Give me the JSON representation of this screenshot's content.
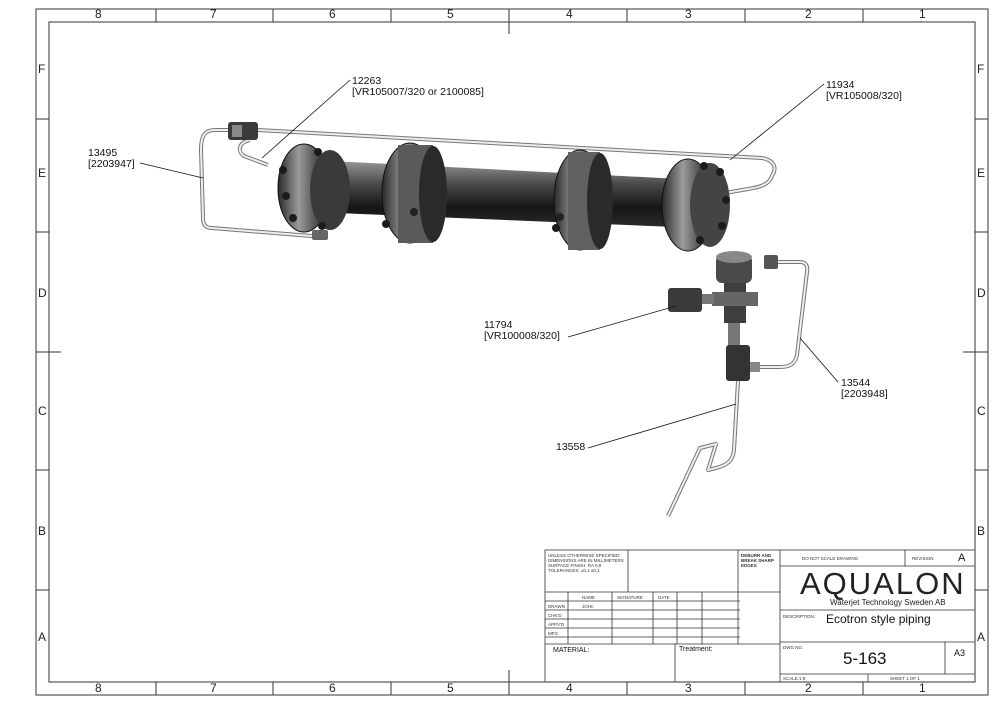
{
  "zones": {
    "cols_top": [
      "8",
      "7",
      "6",
      "5",
      "4",
      "3",
      "2",
      "1"
    ],
    "cols_bottom": [
      "8",
      "7",
      "6",
      "5",
      "4",
      "3",
      "2",
      "1"
    ],
    "rows_left": [
      "F",
      "E",
      "D",
      "C",
      "B",
      "A"
    ],
    "rows_right": [
      "F",
      "E",
      "D",
      "C",
      "B",
      "A"
    ]
  },
  "callouts": [
    {
      "id": "12263",
      "line1": "12263",
      "line2": "[VR105007/320 or 2100085]"
    },
    {
      "id": "11934",
      "line1": "11934",
      "line2": "[VR105008/320]"
    },
    {
      "id": "13495",
      "line1": "13495",
      "line2": "[2203947]"
    },
    {
      "id": "11794",
      "line1": "11794",
      "line2": "[VR100008/320]"
    },
    {
      "id": "13544",
      "line1": "13544",
      "line2": "[2203948]"
    },
    {
      "id": "13558",
      "line1": "13558",
      "line2": ""
    }
  ],
  "title_block": {
    "notes": [
      "UNLESS OTHERWISE SPECIFIED:",
      "DIMENSIONS ARE IN MILLIMETERS",
      "SURFACE FINISH: Ra 0,8",
      "TOLERANCES: ±0,1 ±0,1"
    ],
    "deburr": [
      "DEBURR AND",
      "BREAK SHARP",
      "EDGES"
    ],
    "do_not_scale": "DO NOT SCALE DRAWING",
    "revision_label": "REVISION",
    "revision": "A",
    "logo": "AQUALON",
    "company": "Waterjet Technology Sweden AB",
    "headers": [
      "NAME",
      "SIGNATURE",
      "DATE"
    ],
    "rows": [
      "DRAWN",
      "CHK'D",
      "APPV'D",
      "MFG"
    ],
    "drawn_by": "JOHn",
    "description_label": "DESCRIPTION:",
    "description": "Ecotron style piping",
    "material_label": "MATERIAL:",
    "treatment_label": "Treatment:",
    "dwg_no_label": "DWG NO.",
    "dwg_no": "5-163",
    "size": "A3",
    "scale_label": "SCALE:1:8",
    "sheet_label": "SHEET 1 OF 1"
  }
}
